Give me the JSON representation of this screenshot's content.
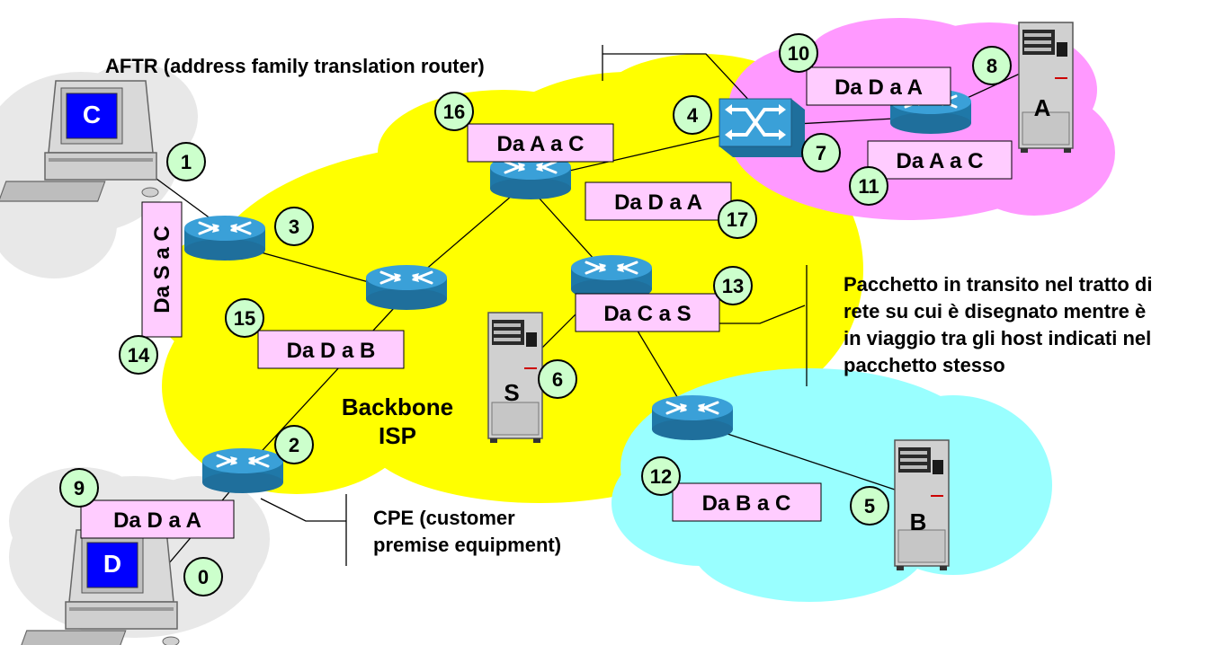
{
  "annotations": {
    "aftr": "AFTR (address family translation router)",
    "cpe_line1": "CPE (customer",
    "cpe_line2": "premise equipment)",
    "transit_line1": "Pacchetto in transito nel tratto di",
    "transit_line2": "rete su cui è disegnato mentre è",
    "transit_line3": "in viaggio tra gli host indicati nel",
    "transit_line4": "pacchetto stesso"
  },
  "backbone_line1": "Backbone",
  "backbone_line2": "ISP",
  "hosts": {
    "c": "C",
    "d": "D",
    "s": "S",
    "a": "A",
    "b": "B"
  },
  "packets": {
    "da_s_a_c": "Da S a C",
    "da_d_a_b": "Da D a B",
    "da_d_a_a_cpe": "Da D a A",
    "da_a_a_c_backbone": "Da A a C",
    "da_d_a_a_backbone": "Da D a A",
    "da_c_a_s": "Da C a S",
    "da_d_a_a_pink": "Da D a A",
    "da_a_a_c_pink": "Da A a C",
    "da_b_a_c": "Da B a C"
  },
  "steps": [
    "0",
    "1",
    "2",
    "3",
    "4",
    "5",
    "6",
    "7",
    "8",
    "9",
    "10",
    "11",
    "12",
    "13",
    "14",
    "15",
    "16",
    "17"
  ],
  "colors": {
    "backbone": "#ffff00",
    "host_cloud": "#e8e8e8",
    "pink_cloud": "#ff99ff",
    "cyan_cloud": "#99ffff",
    "packet_box": "#ffccff",
    "step_marker": "#ccffcc",
    "router": "#2b8fc2",
    "screen": "#0000ff"
  }
}
